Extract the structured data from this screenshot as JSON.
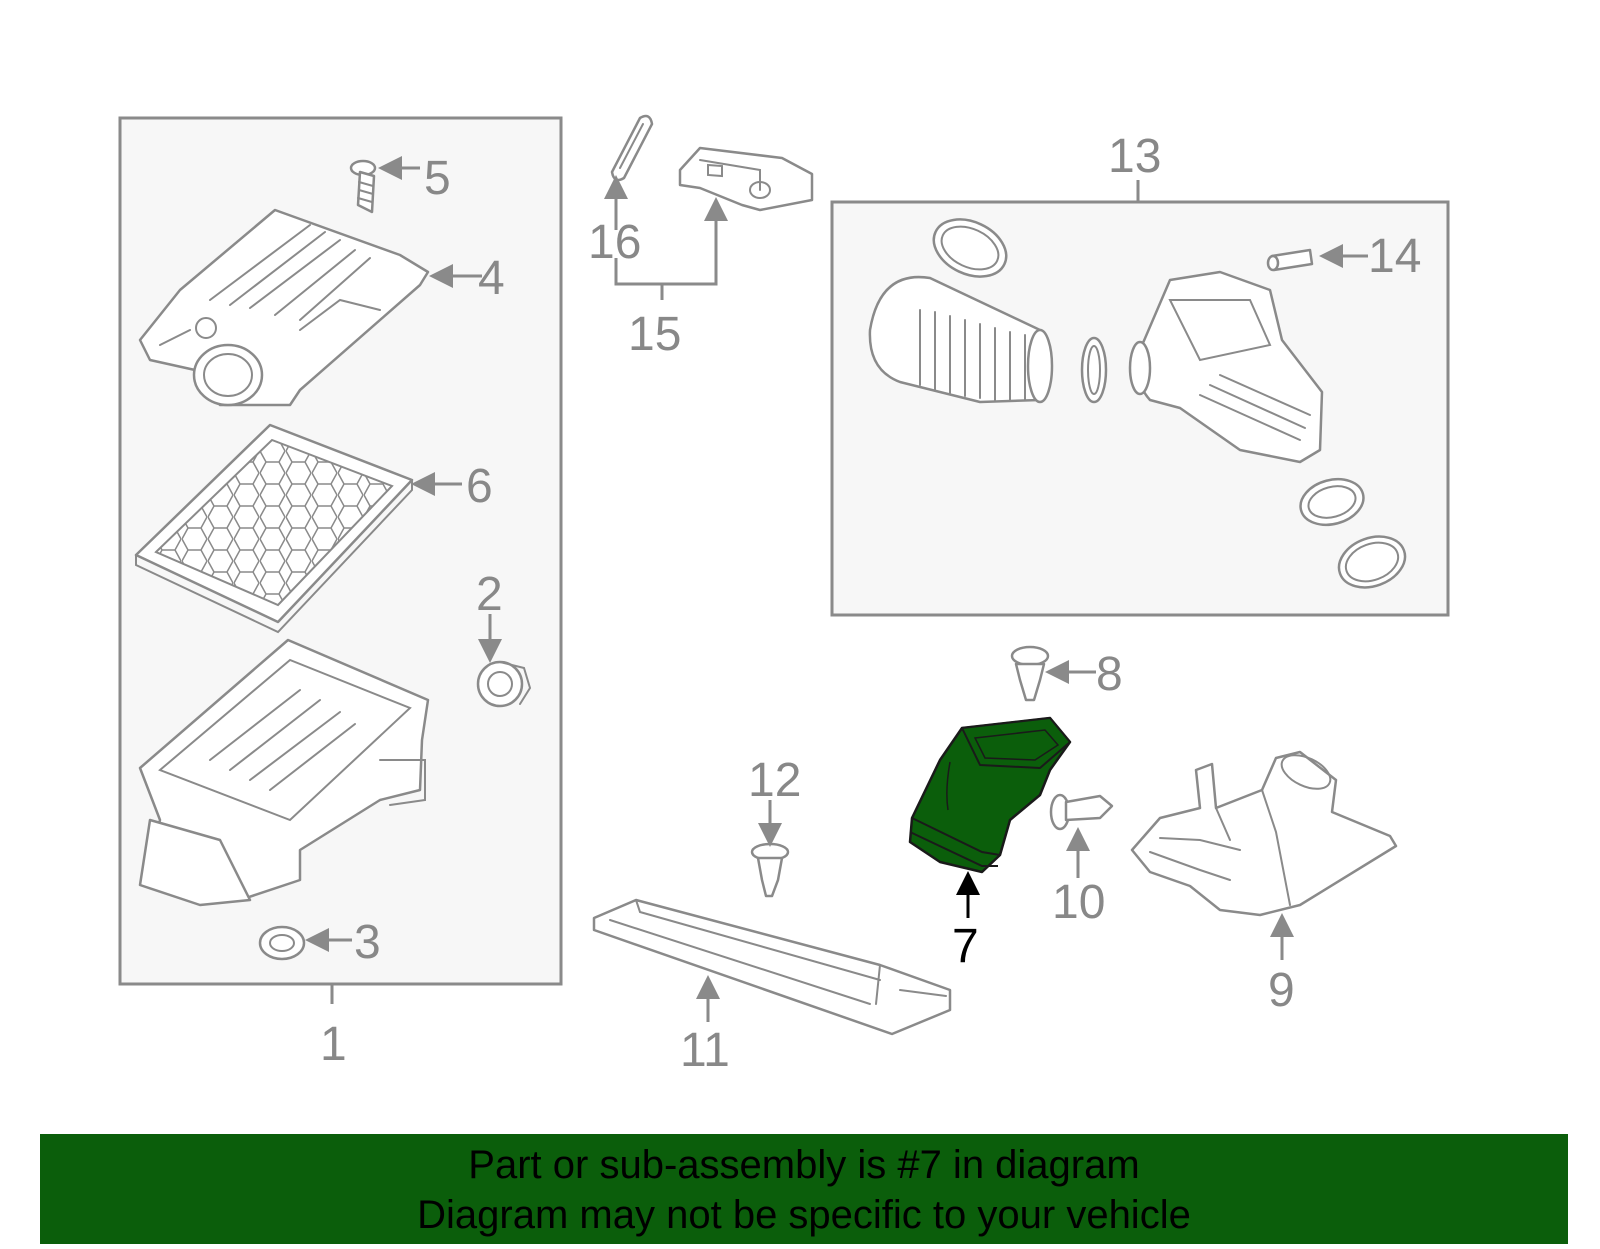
{
  "highlight_color": "#0b5e0b",
  "line_color": "#8a8a8a",
  "callouts": {
    "c1": "1",
    "c2": "2",
    "c3": "3",
    "c4": "4",
    "c5": "5",
    "c6": "6",
    "c7": "7",
    "c8": "8",
    "c9": "9",
    "c10": "10",
    "c11": "11",
    "c12": "12",
    "c13": "13",
    "c14": "14",
    "c15": "15",
    "c16": "16"
  },
  "banner": {
    "line1": "Part or sub-assembly is #7 in diagram",
    "line2": "Diagram may not be specific to your vehicle"
  }
}
